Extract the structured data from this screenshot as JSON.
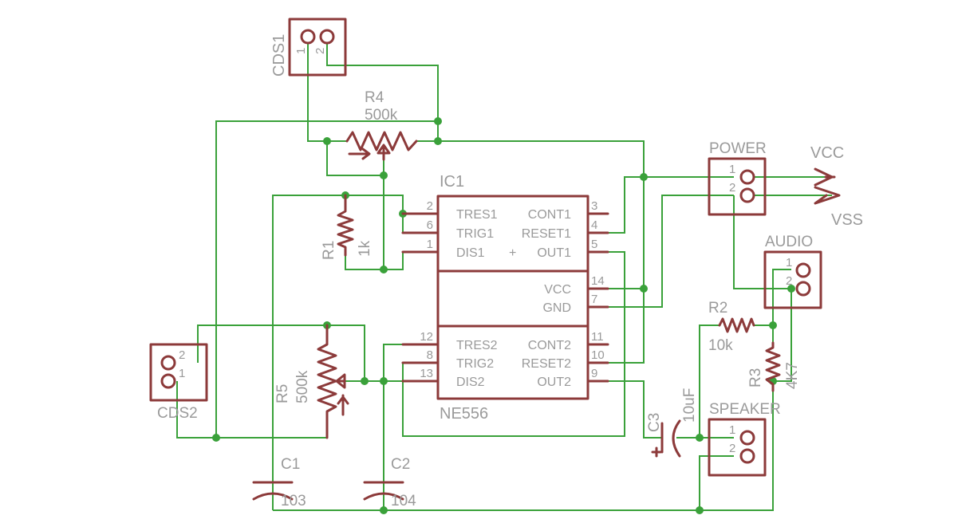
{
  "components": {
    "cds1": {
      "name": "CDS1",
      "pin1": "1",
      "pin2": "2"
    },
    "cds2": {
      "name": "CDS2",
      "pin1": "1",
      "pin2": "2"
    },
    "r4": {
      "name": "R4",
      "value": "500k"
    },
    "r5": {
      "name": "R5",
      "value": "500k"
    },
    "r1": {
      "name": "R1",
      "value": "1k"
    },
    "r2": {
      "name": "R2",
      "value": "10k"
    },
    "r3": {
      "name": "R3",
      "value": "4K7"
    },
    "c1": {
      "name": "C1",
      "value": "103"
    },
    "c2": {
      "name": "C2",
      "value": "104"
    },
    "c3": {
      "name": "C3",
      "value": "10uF"
    },
    "power": {
      "name": "POWER",
      "pin1": "1",
      "pin2": "2"
    },
    "audio": {
      "name": "AUDIO",
      "pin1": "1",
      "pin2": "2"
    },
    "speaker": {
      "name": "SPEAKER",
      "pin1": "1",
      "pin2": "2"
    },
    "supply": {
      "vcc": "VCC",
      "vss": "VSS"
    },
    "ic1": {
      "name": "IC1",
      "value": "NE556",
      "plus": "+",
      "left_pins": [
        {
          "num": "2",
          "label": "TRES1"
        },
        {
          "num": "6",
          "label": "TRIG1"
        },
        {
          "num": "1",
          "label": "DIS1"
        },
        {
          "num": "12",
          "label": "TRES2"
        },
        {
          "num": "8",
          "label": "TRIG2"
        },
        {
          "num": "13",
          "label": "DIS2"
        }
      ],
      "right_pins": [
        {
          "num": "3",
          "label": "CONT1"
        },
        {
          "num": "4",
          "label": "RESET1"
        },
        {
          "num": "5",
          "label": "OUT1"
        },
        {
          "num": "14",
          "label": "VCC"
        },
        {
          "num": "7",
          "label": "GND"
        },
        {
          "num": "11",
          "label": "CONT2"
        },
        {
          "num": "10",
          "label": "RESET2"
        },
        {
          "num": "9",
          "label": "OUT2"
        }
      ]
    }
  }
}
